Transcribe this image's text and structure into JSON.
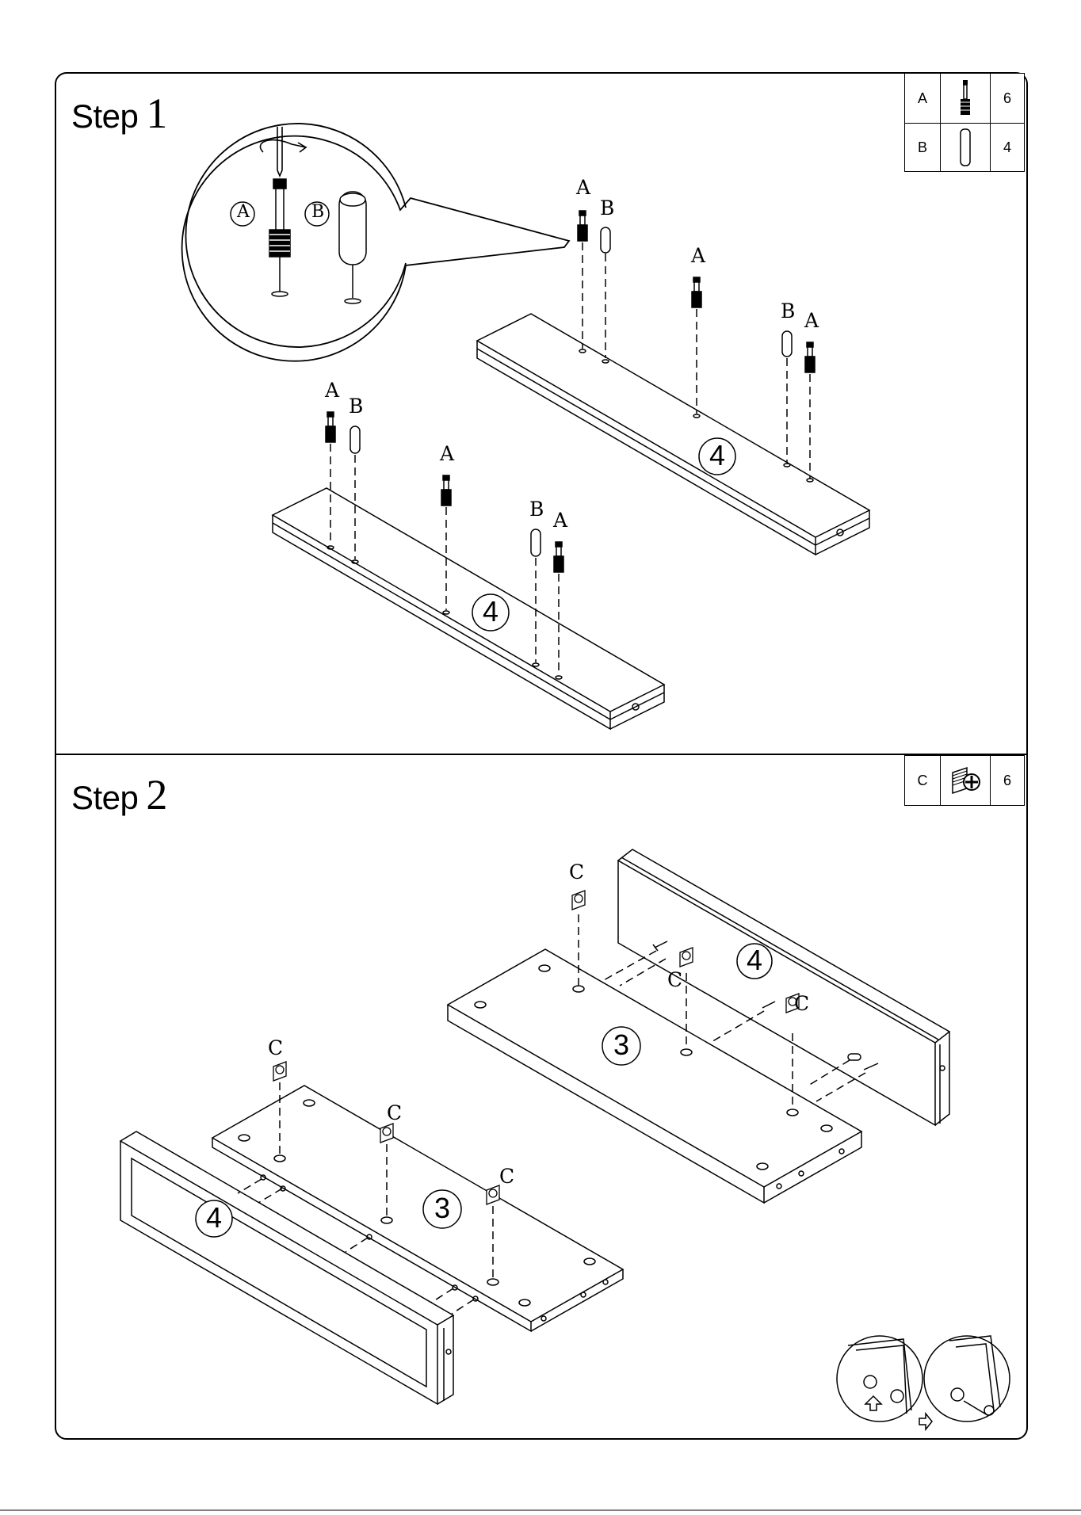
{
  "steps": [
    {
      "word": "Step",
      "number": "1",
      "parts": [
        {
          "letter": "A",
          "icon": "cam-bolt-icon",
          "qty": "6"
        },
        {
          "letter": "B",
          "icon": "wood-dowel-icon",
          "qty": "4"
        }
      ],
      "callout": {
        "label_a": "(A)",
        "label_b": "(B)"
      },
      "hardware_labels": {
        "a": "A",
        "b": "B"
      },
      "board_number": "4"
    },
    {
      "word": "Step",
      "number": "2",
      "parts": [
        {
          "letter": "C",
          "icon": "cam-lock-icon",
          "qty": "6"
        }
      ],
      "hardware_label": "C",
      "back_board_number": "4",
      "panel_number": "3",
      "front_board_number": "4",
      "shelf_number": "3"
    }
  ]
}
